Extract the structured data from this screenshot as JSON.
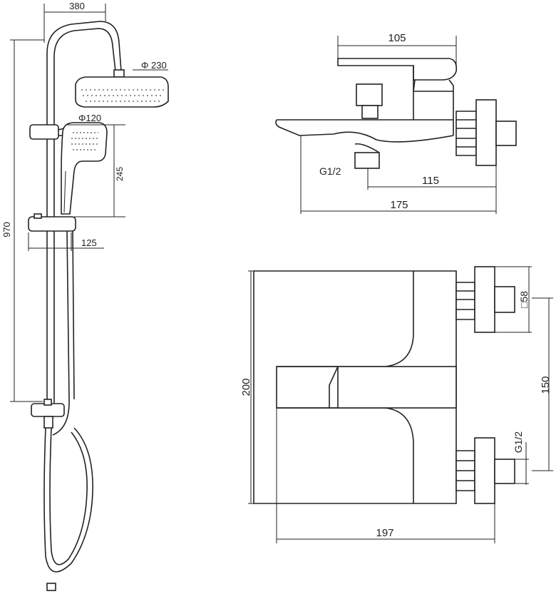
{
  "dimensions": {
    "column_width": "380",
    "head_diameter": "Φ 230",
    "hand_diameter": "Φ120",
    "hand_height": "245",
    "total_height": "970",
    "bracket_offset": "125",
    "mixer_top_width": "105",
    "inlet_thread_side": "G1/2",
    "inlet_spacing_side": "115",
    "mixer_total_depth": "175",
    "mixer_height_front": "200",
    "outlet_square": "□58",
    "centers_spacing": "150",
    "inlet_thread_front": "G1/2",
    "mixer_total_width": "197"
  }
}
